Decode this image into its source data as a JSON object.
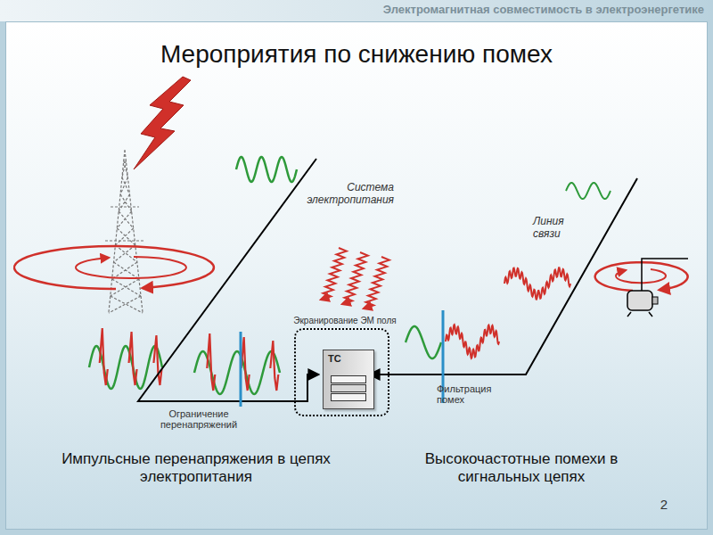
{
  "diagram": {
    "title": "Мероприятия по снижению помех",
    "nodes": [
      {
        "text": [
          "Экранирование ЭМ поля"
        ]
      },
      {
        "text": [
          "ТС"
        ],
        "in": 0
      }
    ],
    "labels": [
      "Электромагнитная совместимость в электроэнергетике",
      "Система электропитания",
      "Линия связи",
      "Ограничение перенапряжений",
      "Фильтрация помех",
      "Импульсные перенапряжения в цепях электропитания",
      "Высокочастотные помехи в сигнальных цепях",
      "2"
    ]
  }
}
